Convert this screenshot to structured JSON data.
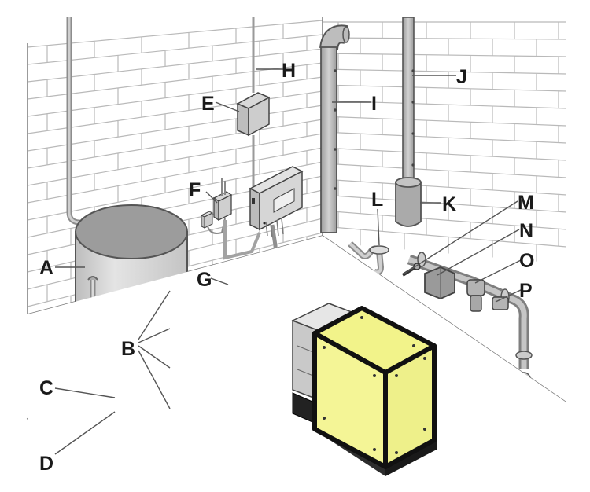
{
  "labels": {
    "A": "A",
    "B": "B",
    "C": "C",
    "D": "D",
    "E": "E",
    "F": "F",
    "G": "G",
    "H": "H",
    "I": "I",
    "J": "J",
    "K": "K",
    "L": "L",
    "M": "M",
    "N": "N",
    "O": "O",
    "P": "P"
  },
  "colors": {
    "wall_mortar": "#b9b9b9",
    "tank_body": "#d6d6d6",
    "tank_top": "#9a9a9a",
    "boiler_panel": "#f4f596",
    "boiler_frame": "#1a1a1a",
    "pipe": "#b5b5b5",
    "floor": "#ffffff"
  }
}
